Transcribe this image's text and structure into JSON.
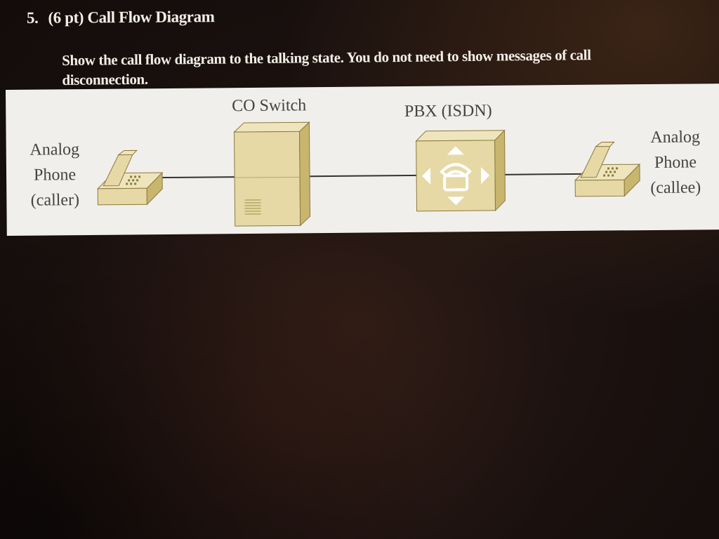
{
  "question": {
    "number": "5.",
    "title": "(6 pt) Call Flow Diagram",
    "prompt_line1": "Show the call flow diagram to the talking state.  You do not need to show messages of call",
    "prompt_line2": "disconnection."
  },
  "diagram": {
    "caller": {
      "line1": "Analog",
      "line2": "Phone",
      "line3": "(caller)",
      "icon": "telephone-icon"
    },
    "co_switch": {
      "label": "CO Switch",
      "icon": "switch-cabinet-icon"
    },
    "pbx": {
      "label": "PBX (ISDN)",
      "icon": "pbx-icon"
    },
    "callee": {
      "line1": "Analog",
      "line2": "Phone",
      "line3": "(callee)",
      "icon": "telephone-icon"
    },
    "colors": {
      "device_face": "#e6d9a6",
      "device_side": "#c8b56e",
      "device_top": "#efe5bd",
      "link": "#333333"
    }
  }
}
